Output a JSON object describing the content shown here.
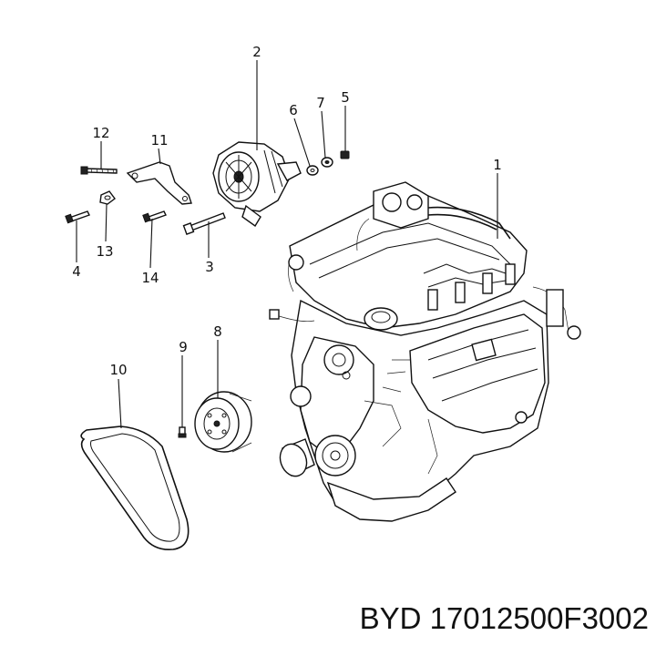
{
  "callouts": {
    "c1": "1",
    "c2": "2",
    "c3": "3",
    "c4": "4",
    "c5": "5",
    "c6": "6",
    "c7": "7",
    "c8": "8",
    "c9": "9",
    "c10": "10",
    "c11": "11",
    "c12": "12",
    "c13": "13",
    "c14": "14"
  },
  "caption": "BYD 17012500F3002"
}
